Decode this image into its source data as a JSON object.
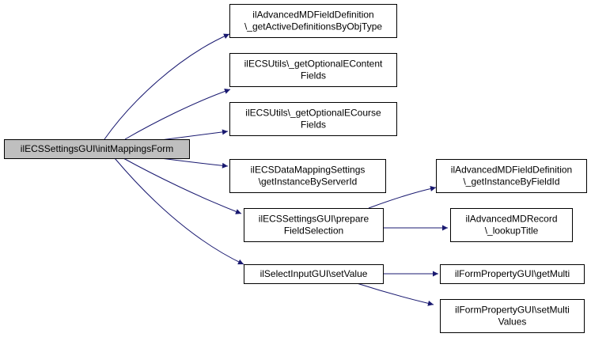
{
  "graph": {
    "edge_color": "#191970",
    "node_border_color": "#000000",
    "root_fill": "#bfbfbf",
    "node_fill": "#ffffff",
    "nodes": [
      {
        "id": "root",
        "lines": [
          "ilECSSettingsGUI\\initMappingsForm"
        ],
        "root": true
      },
      {
        "id": "n1",
        "lines": [
          "ilAdvancedMDFieldDefinition",
          "\\_getActiveDefinitionsByObjType"
        ]
      },
      {
        "id": "n2",
        "lines": [
          "ilECSUtils\\_getOptionalEContent",
          "Fields"
        ]
      },
      {
        "id": "n3",
        "lines": [
          "ilECSUtils\\_getOptionalECourse",
          "Fields"
        ]
      },
      {
        "id": "n4",
        "lines": [
          "ilECSDataMappingSettings",
          "\\getInstanceByServerId"
        ]
      },
      {
        "id": "n5",
        "lines": [
          "ilECSSettingsGUI\\prepare",
          "FieldSelection"
        ]
      },
      {
        "id": "n6",
        "lines": [
          "ilSelectInputGUI\\setValue"
        ]
      },
      {
        "id": "n7",
        "lines": [
          "ilAdvancedMDFieldDefinition",
          "\\_getInstanceByFieldId"
        ]
      },
      {
        "id": "n8",
        "lines": [
          "ilAdvancedMDRecord",
          "\\_lookupTitle"
        ]
      },
      {
        "id": "n9",
        "lines": [
          "ilFormPropertyGUI\\getMulti"
        ]
      },
      {
        "id": "n10",
        "lines": [
          "ilFormPropertyGUI\\setMulti",
          "Values"
        ]
      }
    ],
    "edges": [
      {
        "from": "root",
        "to": "n1"
      },
      {
        "from": "root",
        "to": "n2"
      },
      {
        "from": "root",
        "to": "n3"
      },
      {
        "from": "root",
        "to": "n4"
      },
      {
        "from": "root",
        "to": "n5"
      },
      {
        "from": "root",
        "to": "n6"
      },
      {
        "from": "n5",
        "to": "n7"
      },
      {
        "from": "n5",
        "to": "n8"
      },
      {
        "from": "n6",
        "to": "n9"
      },
      {
        "from": "n6",
        "to": "n10"
      }
    ]
  }
}
